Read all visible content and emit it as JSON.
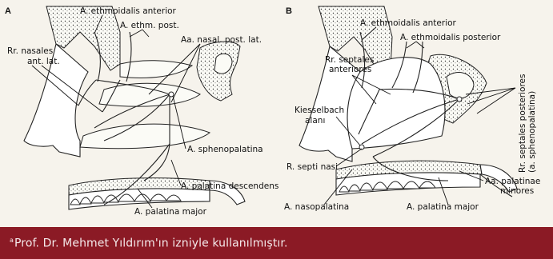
{
  "panels": [
    {
      "letter": "A",
      "labels": {
        "ethmoidalis_anterior": "A. ethmoidalis anterior",
        "ethm_post": "A. ethm. post.",
        "nasal_post_lat": "Aa. nasal. post. lat.",
        "nasales_ant_lat_1": "Rr. nasales",
        "nasales_ant_lat_2": "ant. lat.",
        "sphenopalatina": "A. sphenopalatina",
        "palatina_descendens": "A. palatina descendens",
        "palatina_major": "A. palatina major"
      }
    },
    {
      "letter": "B",
      "labels": {
        "ethmoidalis_anterior": "A. ethmoidalis anterior",
        "ethmoidalis_posterior": "A. ethmoidalis posterior",
        "septales_anteriores_1": "Rr. septales",
        "septales_anteriores_2": "anteriores",
        "kiesselbach_1": "Kiesselbach",
        "kiesselbach_2": "alanı",
        "septi_nasi": "R. septi nasi",
        "nasopalatina": "A. nasopalatina",
        "palatina_major": "A. palatina major",
        "palatinae_minores_1": "Aa. palatinae",
        "palatinae_minores_2": "minores",
        "septales_posteriores_1": "Rr. septales posteriores",
        "septales_posteriores_2": "(a. sphenopalatina)"
      }
    }
  ],
  "caption": {
    "superscript": "a",
    "text": "Prof. Dr. Mehmet Yıldırım'ın izniyle kullanılmıştır."
  },
  "colors": {
    "caption_bar": "#8b1a25",
    "caption_text": "#f4e9ea",
    "figure_bg": "#f6f3ec"
  }
}
